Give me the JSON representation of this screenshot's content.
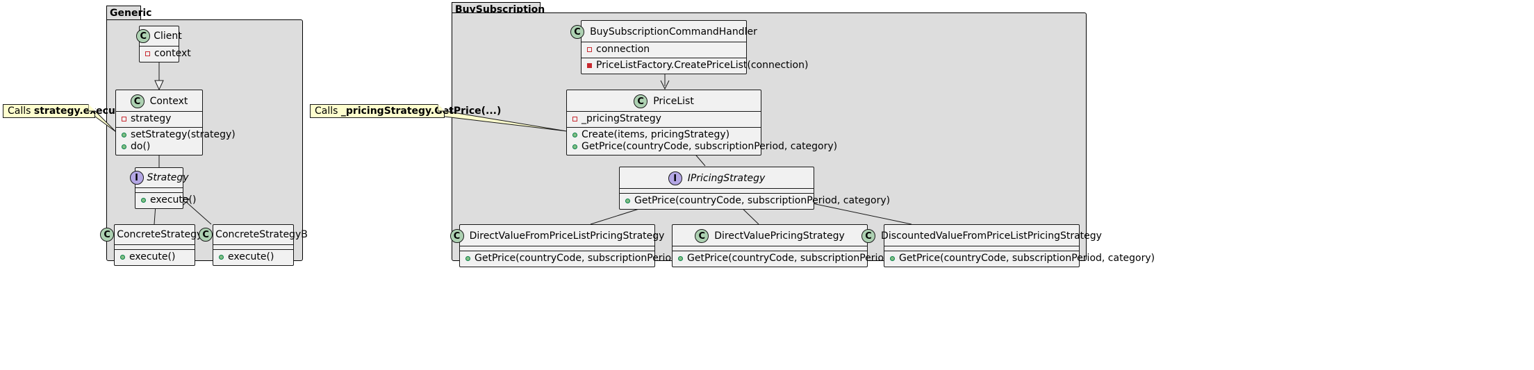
{
  "packages": {
    "generic": {
      "label": "Generic"
    },
    "buy": {
      "label": "BuySubscription"
    }
  },
  "generic": {
    "client": {
      "name": "Client",
      "stereotype": "C",
      "fields": [
        "context"
      ],
      "methods": []
    },
    "context": {
      "name": "Context",
      "stereotype": "C",
      "fields": [
        "strategy"
      ],
      "methods": [
        "setStrategy(strategy)",
        "do()"
      ]
    },
    "strategy": {
      "name": "Strategy",
      "stereotype": "I",
      "fields": [],
      "methods": [
        "execute()"
      ]
    },
    "concrete_a": {
      "name": "ConcreteStrategyA",
      "stereotype": "C",
      "fields": [],
      "methods": [
        "execute()"
      ]
    },
    "concrete_b": {
      "name": "ConcreteStrategyB",
      "stereotype": "C",
      "fields": [],
      "methods": [
        "execute()"
      ]
    },
    "note": {
      "prefix": "Calls ",
      "bold": "strategy.execute()"
    }
  },
  "buy": {
    "handler": {
      "name": "BuySubscriptionCommandHandler",
      "stereotype": "C",
      "fields": [
        "connection"
      ],
      "methods": [
        "PriceListFactory.CreatePriceList(connection)"
      ]
    },
    "pricelist": {
      "name": "PriceList",
      "stereotype": "C",
      "fields": [
        "_pricingStrategy"
      ],
      "methods": [
        "Create(items, pricingStrategy)",
        "GetPrice(countryCode, subscriptionPeriod, category)"
      ]
    },
    "ipricing": {
      "name": "IPricingStrategy",
      "stereotype": "I",
      "fields": [],
      "methods": [
        "GetPrice(countryCode, subscriptionPeriod, category)"
      ]
    },
    "direct_from_list": {
      "name": "DirectValueFromPriceListPricingStrategy",
      "stereotype": "C",
      "fields": [],
      "methods": [
        "GetPrice(countryCode, subscriptionPeriod, category)"
      ]
    },
    "direct": {
      "name": "DirectValuePricingStrategy",
      "stereotype": "C",
      "fields": [],
      "methods": [
        "GetPrice(countryCode, subscriptionPeriod, category)"
      ]
    },
    "discounted": {
      "name": "DiscountedValueFromPriceListPricingStrategy",
      "stereotype": "C",
      "fields": [],
      "methods": [
        "GetPrice(countryCode, subscriptionPeriod, category)"
      ]
    },
    "note": {
      "prefix": "Calls ",
      "bold": "_pricingStrategy.GetPrice(...)"
    }
  },
  "colors": {
    "package_fill": "#dddddd",
    "class_fill": "#f1f1f1",
    "class_circle": "#add1b2",
    "interface_circle": "#b4a7e5",
    "note_fill": "#fefece",
    "private_marker": "#c82930",
    "public_marker": "#84be84"
  }
}
